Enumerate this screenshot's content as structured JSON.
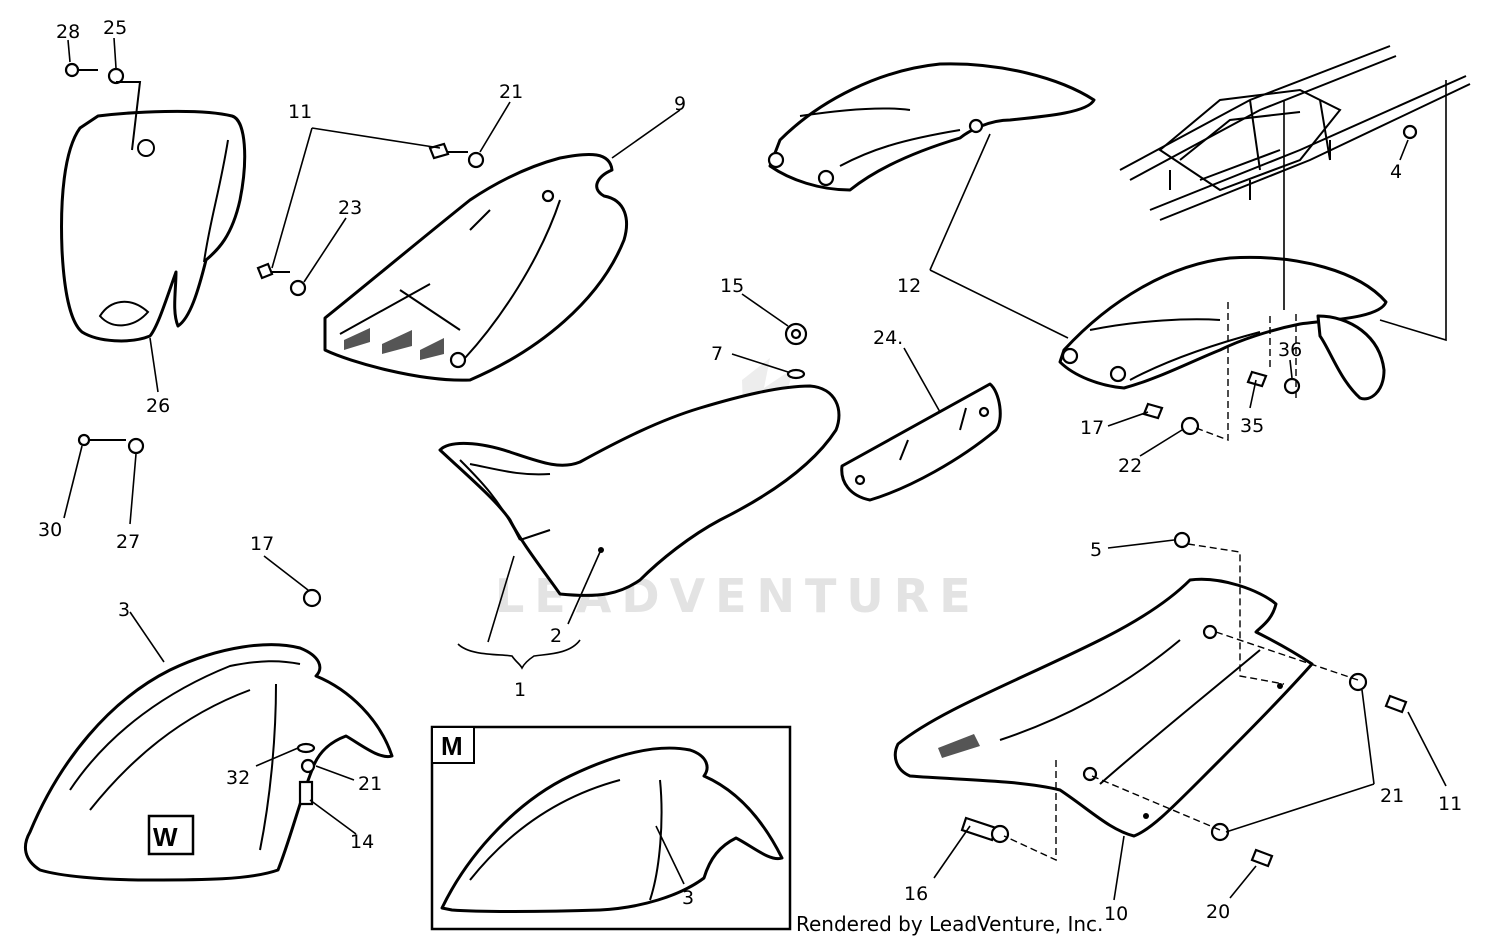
{
  "callouts": {
    "c28": "28",
    "c25": "25",
    "c11a": "11",
    "c21a": "21",
    "c9": "9",
    "c23": "23",
    "c26": "26",
    "c30": "30",
    "c27": "27",
    "c15": "15",
    "c7": "7",
    "c12": "12",
    "c24": "24.",
    "c4": "4",
    "c36": "36",
    "c17a": "17",
    "c35": "35",
    "c22": "22",
    "c2": "2",
    "c1": "1",
    "c17b": "17",
    "c3a": "3",
    "c32": "32",
    "c21b": "21",
    "c14": "14",
    "c3b": "3",
    "c5": "5",
    "c11b": "11",
    "c21c": "21",
    "c16": "16",
    "c10": "10",
    "c20": "20"
  },
  "variant_boxes": {
    "w": "W",
    "m": "M"
  },
  "watermark": "LEADVENTURE",
  "footer": "Rendered by LeadVenture, Inc."
}
